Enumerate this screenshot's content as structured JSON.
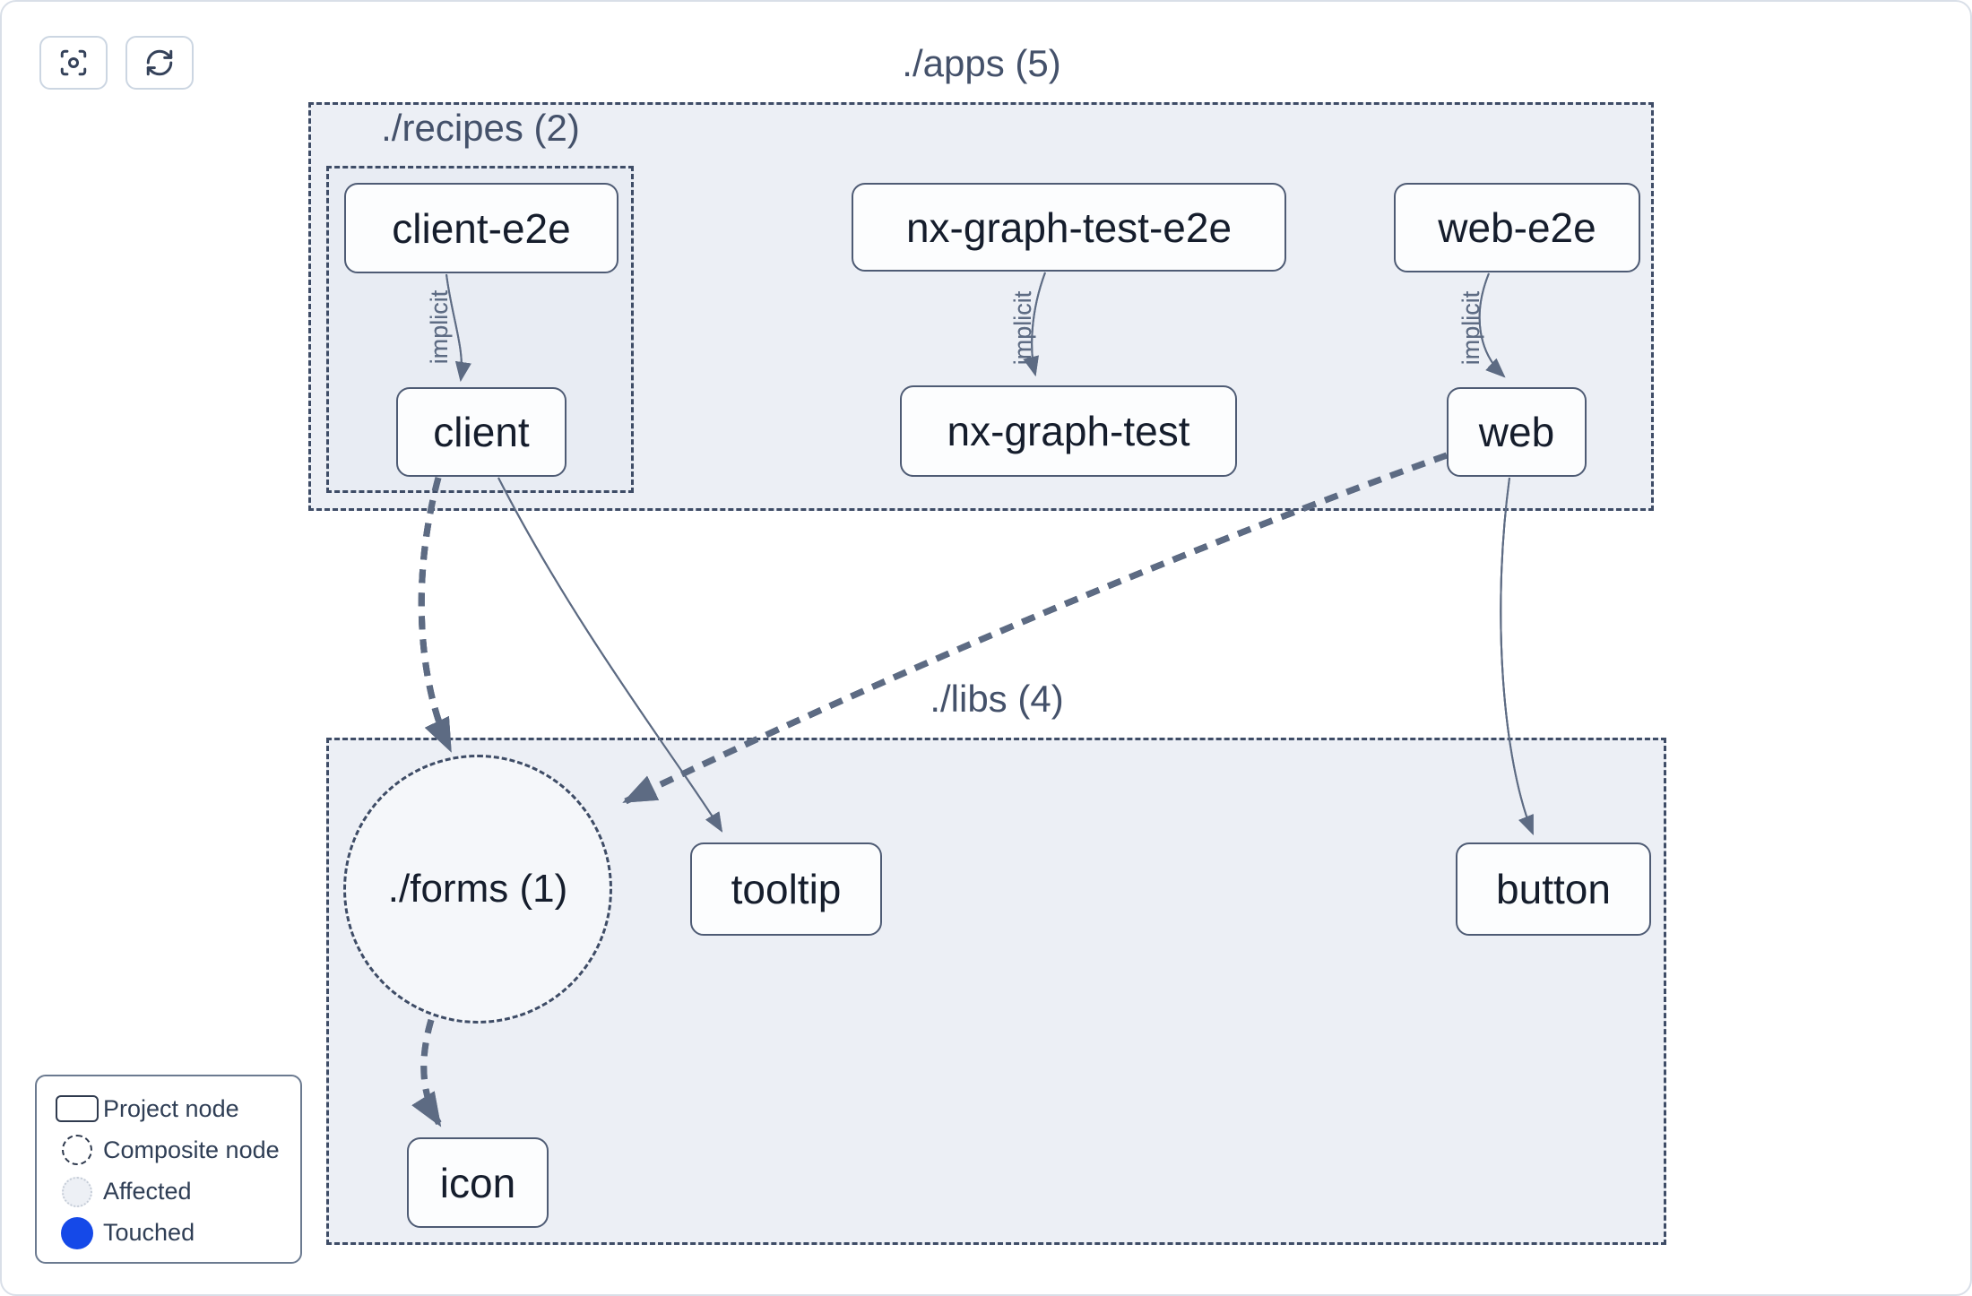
{
  "toolbar": {
    "buttons": [
      {
        "icon": "focus-icon"
      },
      {
        "icon": "refresh-icon"
      }
    ]
  },
  "graph": {
    "containers": {
      "apps": {
        "label": "./apps (5)"
      },
      "recipes": {
        "label": "./recipes (2)"
      },
      "libs": {
        "label": "./libs (4)"
      }
    },
    "composite": {
      "forms": {
        "label": "./forms (1)"
      }
    },
    "nodes": {
      "client_e2e": {
        "label": "client-e2e"
      },
      "nx_graph_test_e2e": {
        "label": "nx-graph-test-e2e"
      },
      "web_e2e": {
        "label": "web-e2e"
      },
      "client": {
        "label": "client"
      },
      "nx_graph_test": {
        "label": "nx-graph-test"
      },
      "web": {
        "label": "web"
      },
      "tooltip": {
        "label": "tooltip"
      },
      "button": {
        "label": "button"
      },
      "icon": {
        "label": "icon"
      }
    },
    "edges": [
      {
        "from": "client-e2e",
        "to": "client",
        "label": "implicit",
        "style": "thin-solid"
      },
      {
        "from": "nx-graph-test-e2e",
        "to": "nx-graph-test",
        "label": "implicit",
        "style": "thin-solid"
      },
      {
        "from": "web-e2e",
        "to": "web",
        "label": "implicit",
        "style": "thin-solid"
      },
      {
        "from": "client",
        "to": "./forms (1)",
        "label": "",
        "style": "thick-dashed"
      },
      {
        "from": "client",
        "to": "tooltip",
        "label": "",
        "style": "thin-solid"
      },
      {
        "from": "web",
        "to": "./forms (1)",
        "label": "",
        "style": "thick-dashed"
      },
      {
        "from": "web",
        "to": "button",
        "label": "",
        "style": "thin-solid"
      },
      {
        "from": "./forms (1)",
        "to": "icon",
        "label": "",
        "style": "thick-dashed"
      }
    ]
  },
  "legend": {
    "items": [
      {
        "icon": "project-node-icon",
        "label": "Project node"
      },
      {
        "icon": "composite-node-icon",
        "label": "Composite node"
      },
      {
        "icon": "affected-icon",
        "label": "Affected"
      },
      {
        "icon": "touched-icon",
        "label": "Touched"
      }
    ]
  },
  "colors": {
    "touched_blue": "#1549e8",
    "edge": "#5d6b83",
    "group_border": "#3e4c66",
    "group_fill": "#eceff5",
    "node_border": "#4e5b74",
    "node_text": "#151d2c"
  }
}
